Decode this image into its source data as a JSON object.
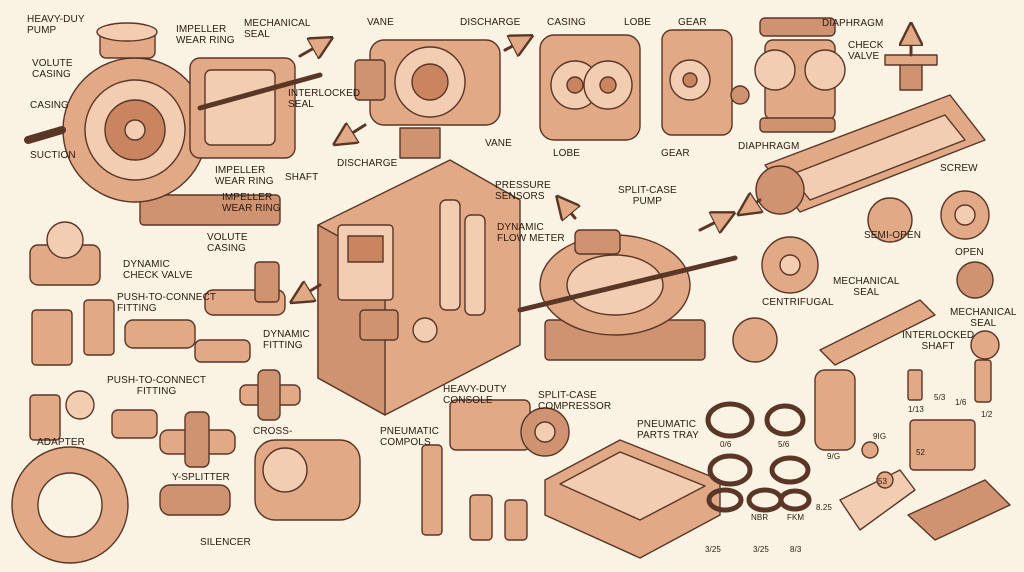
{
  "colors": {
    "background": "#faf3e4",
    "copper": "#e2a986",
    "copper_light": "#f2cdb2",
    "copper_dark": "#b8714e",
    "outline": "#5a3626",
    "text": "#2a1a10"
  },
  "labels": {
    "heavy_duty_pump": "HEAVY-DUY\nPUMP",
    "impeller_wear_ring_top": "IMPELLER\nWEAR RING",
    "mechanical_seal_top": "MECHANICAL\nSEAL",
    "volute_casing_top": "VOLUTE\nCASING",
    "casing_left": "CASING",
    "interlocked_seal": "INTERLOCKED\nSEAL",
    "suction": "SUCTION",
    "shaft_top": "SHAFT",
    "impeller_wear_ring_mid": "IMPELLER\nWEAR RING",
    "impeller_wear_ring_low": "IMPELLER\nWEAR RING",
    "volute_casing_low": "VOLUTE\nCASING",
    "vane_top": "VANE",
    "discharge_top": "DISCHARGE",
    "discharge_low": "DISCHARGE",
    "vane_low": "VANE",
    "casing_lobe": "CASING",
    "lobe_top": "LOBE",
    "lobe_low": "LOBE",
    "gear_top": "GEAR",
    "gear_low": "GEAR",
    "diaphragm_top": "DIAPHRAGM",
    "check_valve": "CHECK\nVALVE",
    "diaphragm_low": "DIAPHRAGM",
    "screw": "SCREW",
    "pressure_sensors": "PRESSURE\nSENSORS",
    "dynamic_flow_meter": "DYNAMIC\nFLOW METER",
    "split_case_pump": "SPLIT-CASE\nPUMP",
    "dynamic_check_valve": "DYNAMIC\nCHECK VALVE",
    "push_to_connect_top": "PUSH-TO-CONNECT\nFITTING",
    "dynamic_fitting": "DYNAMIC\nFITTING",
    "push_to_connect_low": "PUSH-TO-CONNECT\nFITTING",
    "adapter": "ADAPTER",
    "cross": "CROSS-",
    "y_splitter": "Y-SPLITTER",
    "silencer": "SILENCER",
    "heavy_duty_console": "HEAVY-DUTY\nCONSOLE",
    "split_case_compressor": "SPLIT-CASE\nCOMPRESSOR",
    "pneumatic_compols": "PNEUMATIC\nCOMPOLS",
    "pneumatic_parts_tray": "PNEUMATIC\nPARTS TRAY",
    "semi_open": "SEMI-OPEN",
    "open": "OPEN",
    "centrifugal": "CENTRIFUGAL",
    "mechanical_seal_mid": "MECHANICAL\nSEAL",
    "mechanical_seal_right": "MECHANICAL\nSEAL",
    "interlocked_shaft": "INTERLOCKED\nSHAFT",
    "size_1_13": "1/13",
    "size_5_3": "5/3",
    "size_1_6": "1/6",
    "size_1_2": "1/2",
    "size_0_6": "0/6",
    "size_5_6": "5/6",
    "size_9_g": "9/G",
    "size_9i_g": "9iG",
    "size_5_2": "52",
    "size_5_3b": "53",
    "size_8_25": "8.25",
    "nbr": "NBR",
    "fkm": "FKM",
    "size_3_25a": "3/25",
    "size_3_25b": "3/25",
    "size_8_3": "8/3"
  }
}
